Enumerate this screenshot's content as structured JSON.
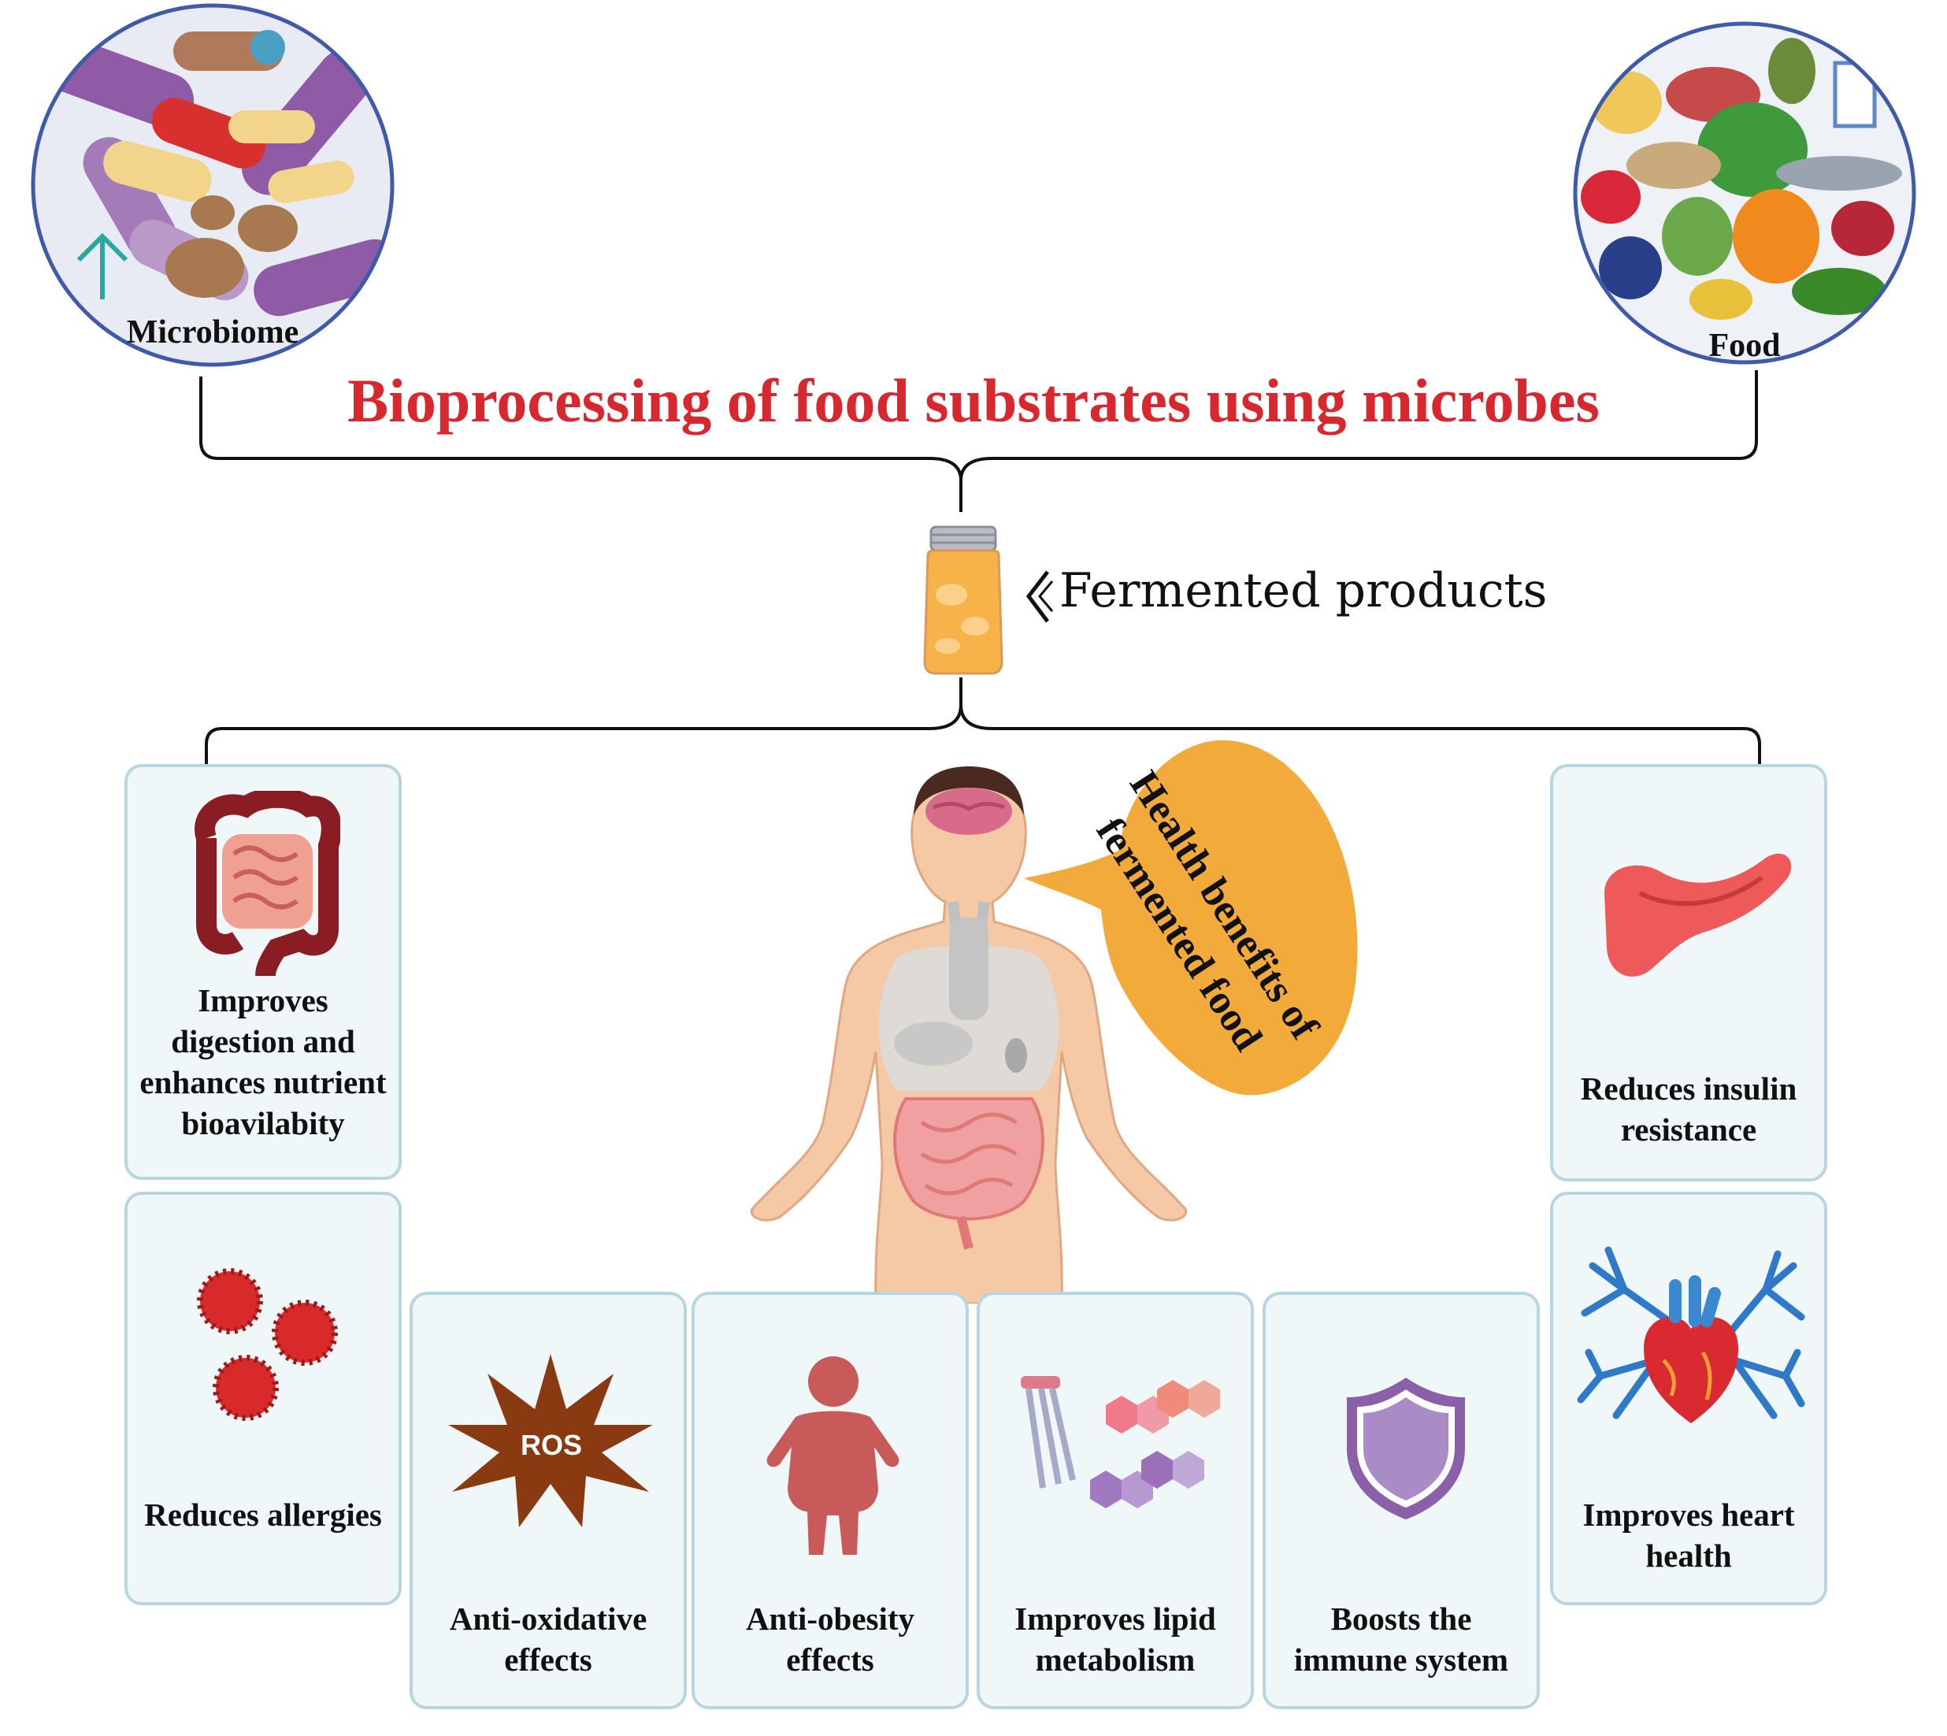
{
  "title": "Bioprocessing of food substrates using microbes",
  "inputs": {
    "microbiome_label": "Microbiome",
    "food_label": "Food"
  },
  "product": {
    "label": "Fermented products"
  },
  "bubble": {
    "line1": "Health benefits of",
    "line2": "fermented food",
    "color": "#f2ab3b"
  },
  "benefits": {
    "digestion": "Improves digestion and enhances nutrient bioavilabity",
    "allergies": "Reduces allergies",
    "oxidative": "Anti-oxidative effects",
    "ros": "ROS",
    "obesity": "Anti-obesity effects",
    "lipid": "Improves lipid metabolism",
    "immune": "Boosts the immune system",
    "insulin": "Reduces insulin resistance",
    "heart": "Improves heart health"
  },
  "colors": {
    "title": "#d8282f",
    "card_fill": "#f0f7f9",
    "card_border": "#b8d6e0",
    "circle_border": "#3f5aa8"
  }
}
